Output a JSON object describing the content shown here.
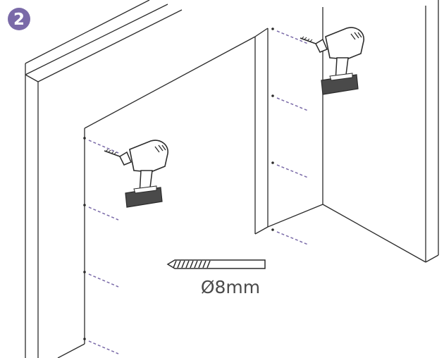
{
  "step": {
    "number": "2"
  },
  "bit_label": "Ø8mm",
  "colors": {
    "accent": "#7a6aa8",
    "line": "#2b2b2b",
    "drill_dark": "#4a4a4a",
    "text": "#4a4a4a"
  },
  "icons": [
    "drill-icon",
    "drill-bit-icon"
  ],
  "drill_points": {
    "left_panel": 4,
    "right_panel": 4
  }
}
